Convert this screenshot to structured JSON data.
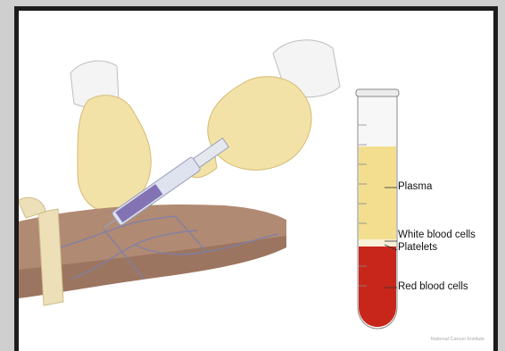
{
  "tube_labels": {
    "plasma": "Plasma",
    "white_blood_cells": "White blood cells",
    "platelets": "Platelets",
    "red_blood_cells": "Red blood cells"
  },
  "credit": "National Cancer Institute",
  "colors": {
    "plasma": "#f2de8e",
    "red_cells": "#c8261b",
    "glove": "#f3e2a7",
    "skin": "#b18a73",
    "vein": "#7d7fa9",
    "syringe": "#8373b4"
  }
}
